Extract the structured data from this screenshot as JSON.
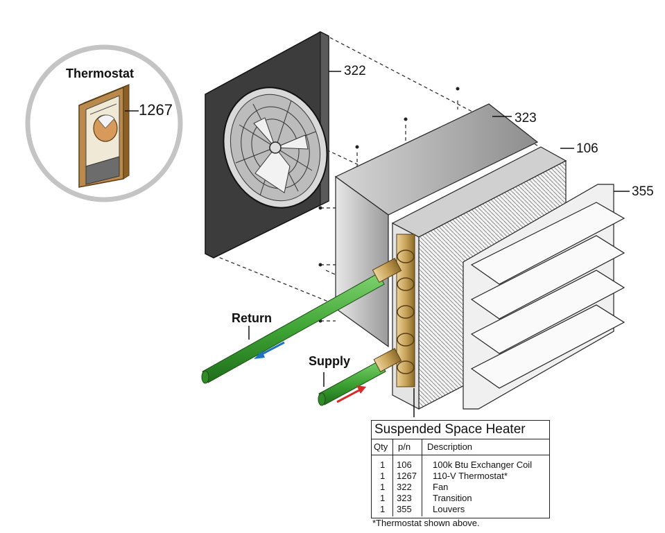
{
  "inset": {
    "title": "Thermostat",
    "part": "1267"
  },
  "callouts": {
    "fan": "322",
    "transition": "323",
    "coil": "106",
    "louvers": "355"
  },
  "pipes": {
    "return_label": "Return",
    "supply_label": "Supply"
  },
  "parts_table": {
    "title": "Suspended Space Heater",
    "headers": {
      "qty": "Qty",
      "pn": "p/n",
      "desc": "Description"
    },
    "rows": [
      {
        "qty": "1",
        "pn": "106",
        "desc": "100k Btu Exchanger Coil"
      },
      {
        "qty": "1",
        "pn": "1267",
        "desc": "110-V Thermostat*"
      },
      {
        "qty": "1",
        "pn": "322",
        "desc": "Fan"
      },
      {
        "qty": "1",
        "pn": "323",
        "desc": "Transition"
      },
      {
        "qty": "1",
        "pn": "355",
        "desc": "Louvers"
      }
    ],
    "footnote": "*Thermostat shown above."
  },
  "colors": {
    "pipe": "#3fa535",
    "brass": "#c9a45a",
    "return_arrow": "#1e73be",
    "supply_arrow": "#d92a2a",
    "fan_plate": "#4a4a4a"
  }
}
